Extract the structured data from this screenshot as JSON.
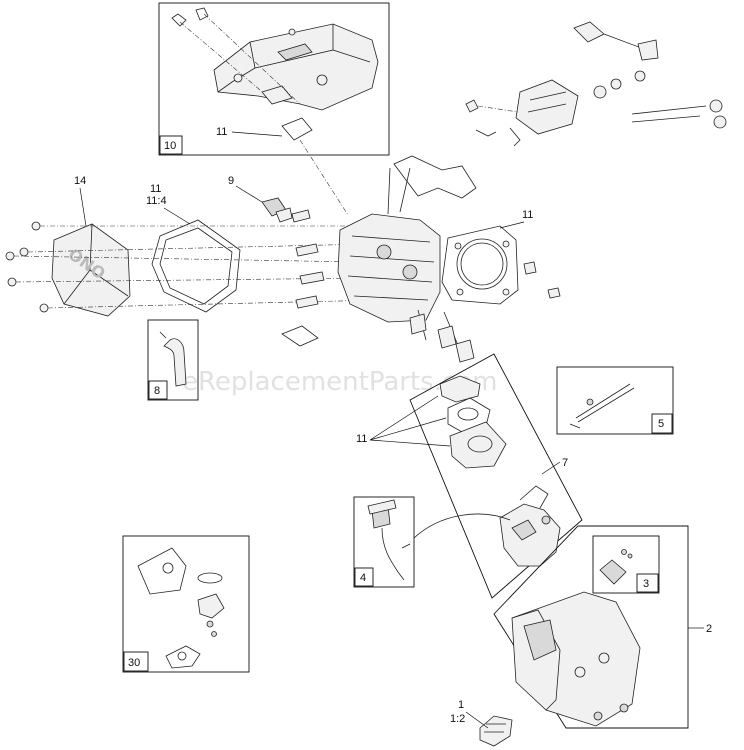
{
  "watermark": "eReplacementParts.com",
  "callouts": {
    "c1": "1",
    "c1_2": "1:2",
    "c2": "2",
    "c7": "7",
    "c9": "9",
    "c11_top": "11",
    "c11_left": "11",
    "c11_4": "11:4",
    "c11_right": "11",
    "c11_mid": "11",
    "c14": "14"
  },
  "box_labels": {
    "b10": "10",
    "b8": "8",
    "b5": "5",
    "b4": "4",
    "b3": "3",
    "b30": "30"
  }
}
